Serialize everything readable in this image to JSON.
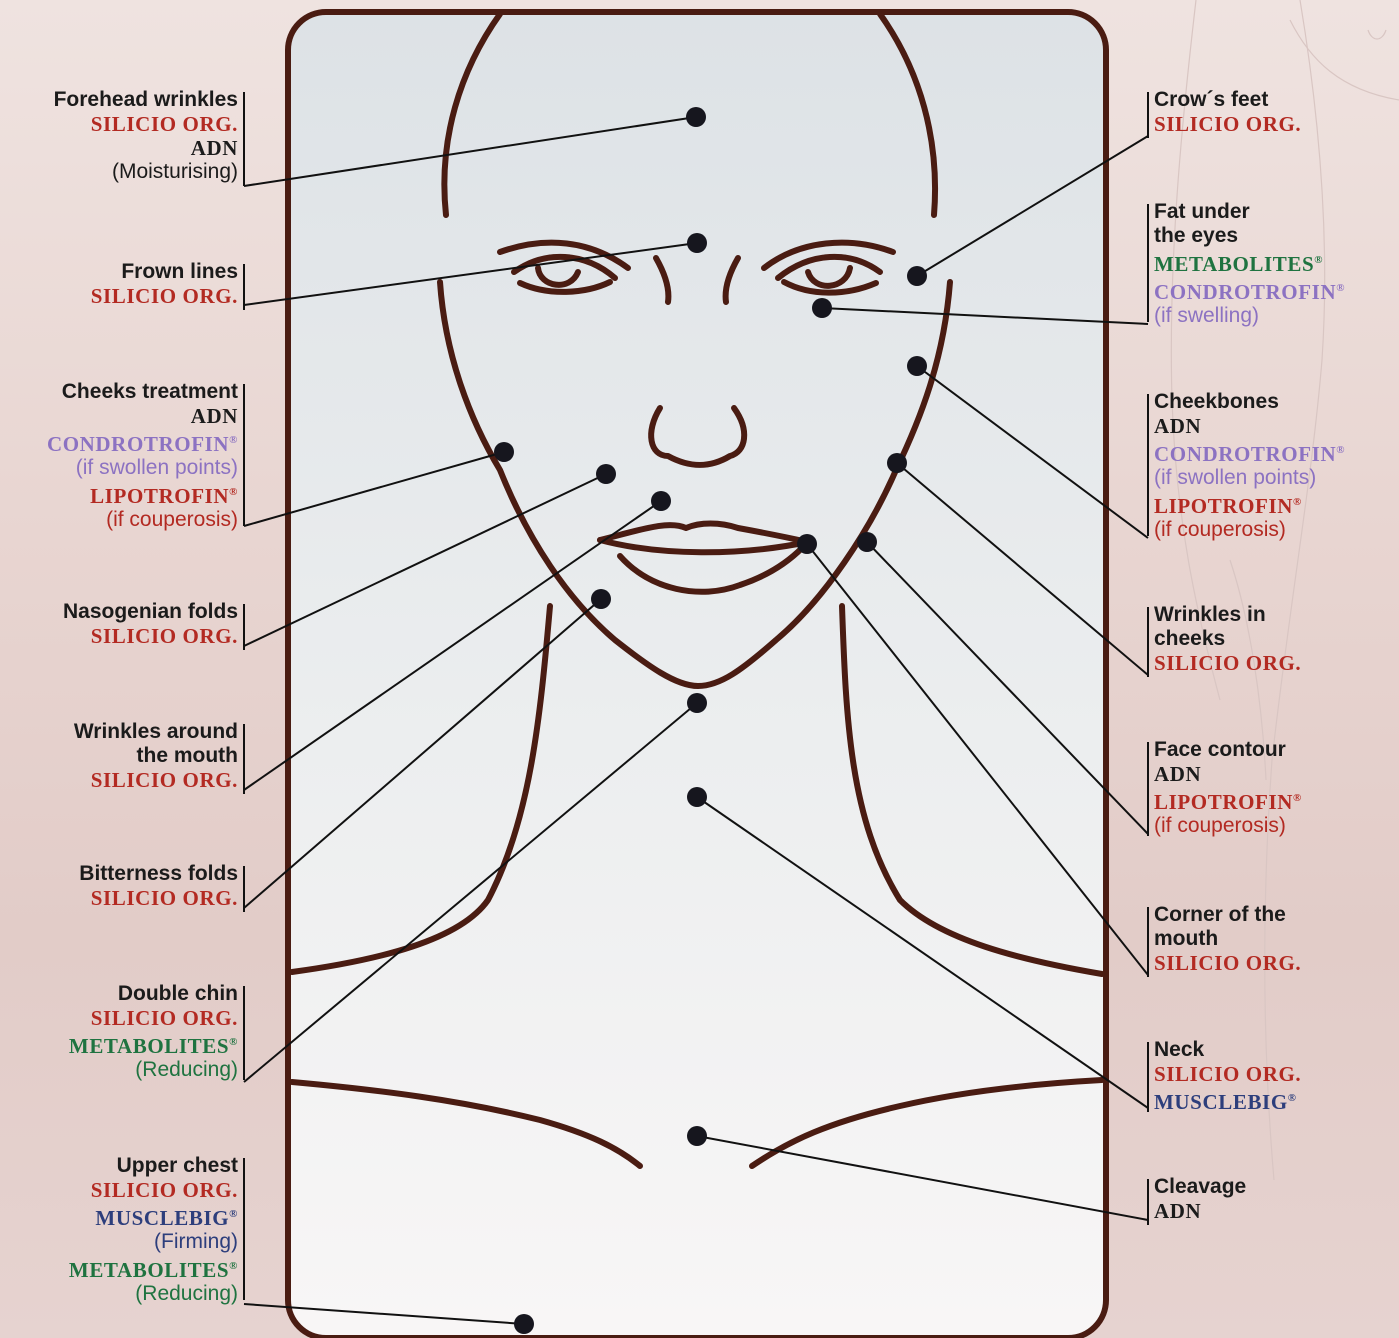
{
  "colors": {
    "outline": "#4a1c12",
    "panel_top": "#dfe3e6",
    "panel_bottom": "#f7f5f5",
    "dot": "#16161e",
    "red": "#b32a22",
    "green": "#1f7340",
    "purple": "#8c72c2",
    "navy": "#2d3e7c",
    "dark": "#1b1b1b"
  },
  "labels": {
    "left": [
      {
        "id": "forehead-wrinkles",
        "lines": [
          {
            "text": "Forehead wrinkles",
            "style": "title"
          },
          {
            "text": "SILICIO ORG.",
            "style": "red"
          },
          {
            "text": "ADN",
            "style": "dark-serif"
          },
          {
            "text": "(Moisturising)",
            "style": "note-dark"
          }
        ]
      },
      {
        "id": "frown-lines",
        "lines": [
          {
            "text": "Frown lines",
            "style": "title"
          },
          {
            "text": "SILICIO ORG.",
            "style": "red"
          }
        ]
      },
      {
        "id": "cheeks-treatment",
        "lines": [
          {
            "text": "Cheeks treatment",
            "style": "title"
          },
          {
            "text": "ADN",
            "style": "dark-serif"
          },
          {
            "text": "CONDROTROFIN",
            "style": "purple",
            "reg": true
          },
          {
            "text": "(if swollen points)",
            "style": "note-purple"
          },
          {
            "text": "LIPOTROFIN",
            "style": "red",
            "reg": true
          },
          {
            "text": "(if couperosis)",
            "style": "note-red"
          }
        ]
      },
      {
        "id": "nasogenian-folds",
        "lines": [
          {
            "text": "Nasogenian folds",
            "style": "title"
          },
          {
            "text": "SILICIO ORG.",
            "style": "red"
          }
        ]
      },
      {
        "id": "wrinkles-around-mouth",
        "lines": [
          {
            "text": "Wrinkles around",
            "style": "title"
          },
          {
            "text": "the mouth",
            "style": "title"
          },
          {
            "text": "SILICIO ORG.",
            "style": "red"
          }
        ]
      },
      {
        "id": "bitterness-folds",
        "lines": [
          {
            "text": "Bitterness folds",
            "style": "title"
          },
          {
            "text": "SILICIO ORG.",
            "style": "red"
          }
        ]
      },
      {
        "id": "double-chin",
        "lines": [
          {
            "text": "Double chin",
            "style": "title"
          },
          {
            "text": "SILICIO ORG.",
            "style": "red"
          },
          {
            "text": "METABOLITES",
            "style": "green",
            "reg": true
          },
          {
            "text": "(Reducing)",
            "style": "note-green"
          }
        ]
      },
      {
        "id": "upper-chest",
        "lines": [
          {
            "text": "Upper chest",
            "style": "title"
          },
          {
            "text": "SILICIO ORG.",
            "style": "red"
          },
          {
            "text": "MUSCLEBIG",
            "style": "navy",
            "reg": true
          },
          {
            "text": "(Firming)",
            "style": "note-navy"
          },
          {
            "text": "METABOLITES",
            "style": "green",
            "reg": true
          },
          {
            "text": "(Reducing)",
            "style": "note-green"
          }
        ]
      }
    ],
    "right": [
      {
        "id": "crows-feet",
        "lines": [
          {
            "text": "Crow´s feet",
            "style": "title"
          },
          {
            "text": "SILICIO ORG.",
            "style": "red"
          }
        ]
      },
      {
        "id": "fat-under-eyes",
        "lines": [
          {
            "text": "Fat under",
            "style": "title"
          },
          {
            "text": "the eyes",
            "style": "title"
          },
          {
            "text": "METABOLITES",
            "style": "green",
            "reg": true
          },
          {
            "text": "CONDROTROFIN",
            "style": "purple",
            "reg": true
          },
          {
            "text": "(if swelling)",
            "style": "note-purple"
          }
        ]
      },
      {
        "id": "cheekbones",
        "lines": [
          {
            "text": "Cheekbones",
            "style": "title"
          },
          {
            "text": "ADN",
            "style": "dark-serif"
          },
          {
            "text": "CONDROTROFIN",
            "style": "purple",
            "reg": true
          },
          {
            "text": "(if swollen points)",
            "style": "note-purple"
          },
          {
            "text": "LIPOTROFIN",
            "style": "red",
            "reg": true
          },
          {
            "text": "(if couperosis)",
            "style": "note-red"
          }
        ]
      },
      {
        "id": "wrinkles-in-cheeks",
        "lines": [
          {
            "text": "Wrinkles in",
            "style": "title"
          },
          {
            "text": "cheeks",
            "style": "title"
          },
          {
            "text": "SILICIO ORG.",
            "style": "red"
          }
        ]
      },
      {
        "id": "face-contour",
        "lines": [
          {
            "text": "Face contour",
            "style": "title"
          },
          {
            "text": "ADN",
            "style": "dark-serif"
          },
          {
            "text": "LIPOTROFIN",
            "style": "red",
            "reg": true
          },
          {
            "text": "(if couperosis)",
            "style": "note-red"
          }
        ]
      },
      {
        "id": "corner-of-mouth",
        "lines": [
          {
            "text": "Corner of the",
            "style": "title"
          },
          {
            "text": "mouth",
            "style": "title"
          },
          {
            "text": "SILICIO ORG.",
            "style": "red"
          }
        ]
      },
      {
        "id": "neck",
        "lines": [
          {
            "text": "Neck",
            "style": "title"
          },
          {
            "text": "SILICIO ORG.",
            "style": "red"
          },
          {
            "text": "MUSCLEBIG",
            "style": "navy",
            "reg": true
          }
        ]
      },
      {
        "id": "cleavage",
        "lines": [
          {
            "text": "Cleavage",
            "style": "title"
          },
          {
            "text": "ADN",
            "style": "dark-serif"
          }
        ]
      }
    ]
  }
}
